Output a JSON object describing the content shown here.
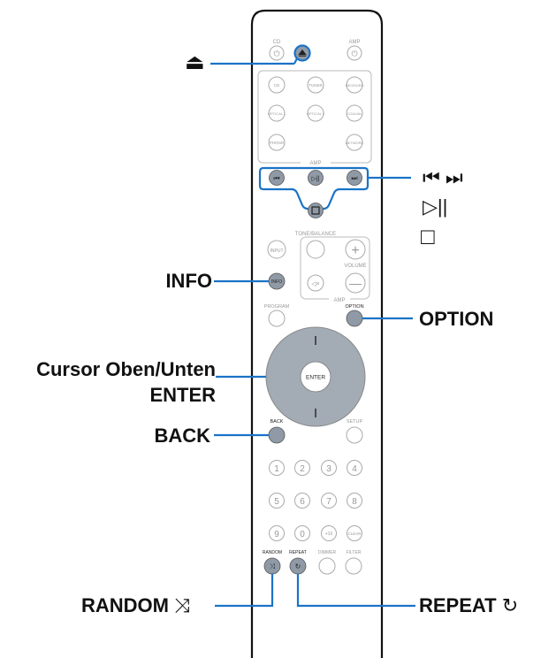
{
  "remote": {
    "top_labels": {
      "cd": "CD",
      "amp": "AMP"
    },
    "source_buttons": [
      "CD",
      "TUNER",
      "RECEIVER",
      "OPTICAL 1",
      "OPTICAL 2",
      "COAXIAL",
      "PHONO",
      "NETWORK"
    ],
    "source_group_label": "AMP",
    "tone_balance_label": "TONE/BALANCE",
    "input_label": "INPUT",
    "volume_label": "VOLUME",
    "amp_group_label": "AMP",
    "info_label": "INFO",
    "program_label": "PROGRAM",
    "option_label": "OPTION",
    "enter_label": "ENTER",
    "back_label": "BACK",
    "setup_label": "SETUP",
    "number_keys": [
      "1",
      "2",
      "3",
      "4",
      "5",
      "6",
      "7",
      "8",
      "9",
      "0",
      "+10",
      "CLEAR"
    ],
    "random_label": "RANDOM",
    "repeat_label": "REPEAT",
    "dimmer_label": "DIMMER",
    "filter_label": "FILTER"
  },
  "callouts": {
    "eject": "⏏",
    "skip": "⏮ ⏭",
    "play_pause": "▷||",
    "stop": "□",
    "info": "INFO",
    "option": "OPTION",
    "cursor_line1": "Cursor Oben/Unten",
    "cursor_line2": "ENTER",
    "back": "BACK",
    "random": "RANDOM",
    "repeat": "REPEAT"
  },
  "colors": {
    "highlight": "#1a73c7",
    "button_fill": "#8f9aa6",
    "outline": "#9aa0a6",
    "body_outline": "#111111"
  }
}
